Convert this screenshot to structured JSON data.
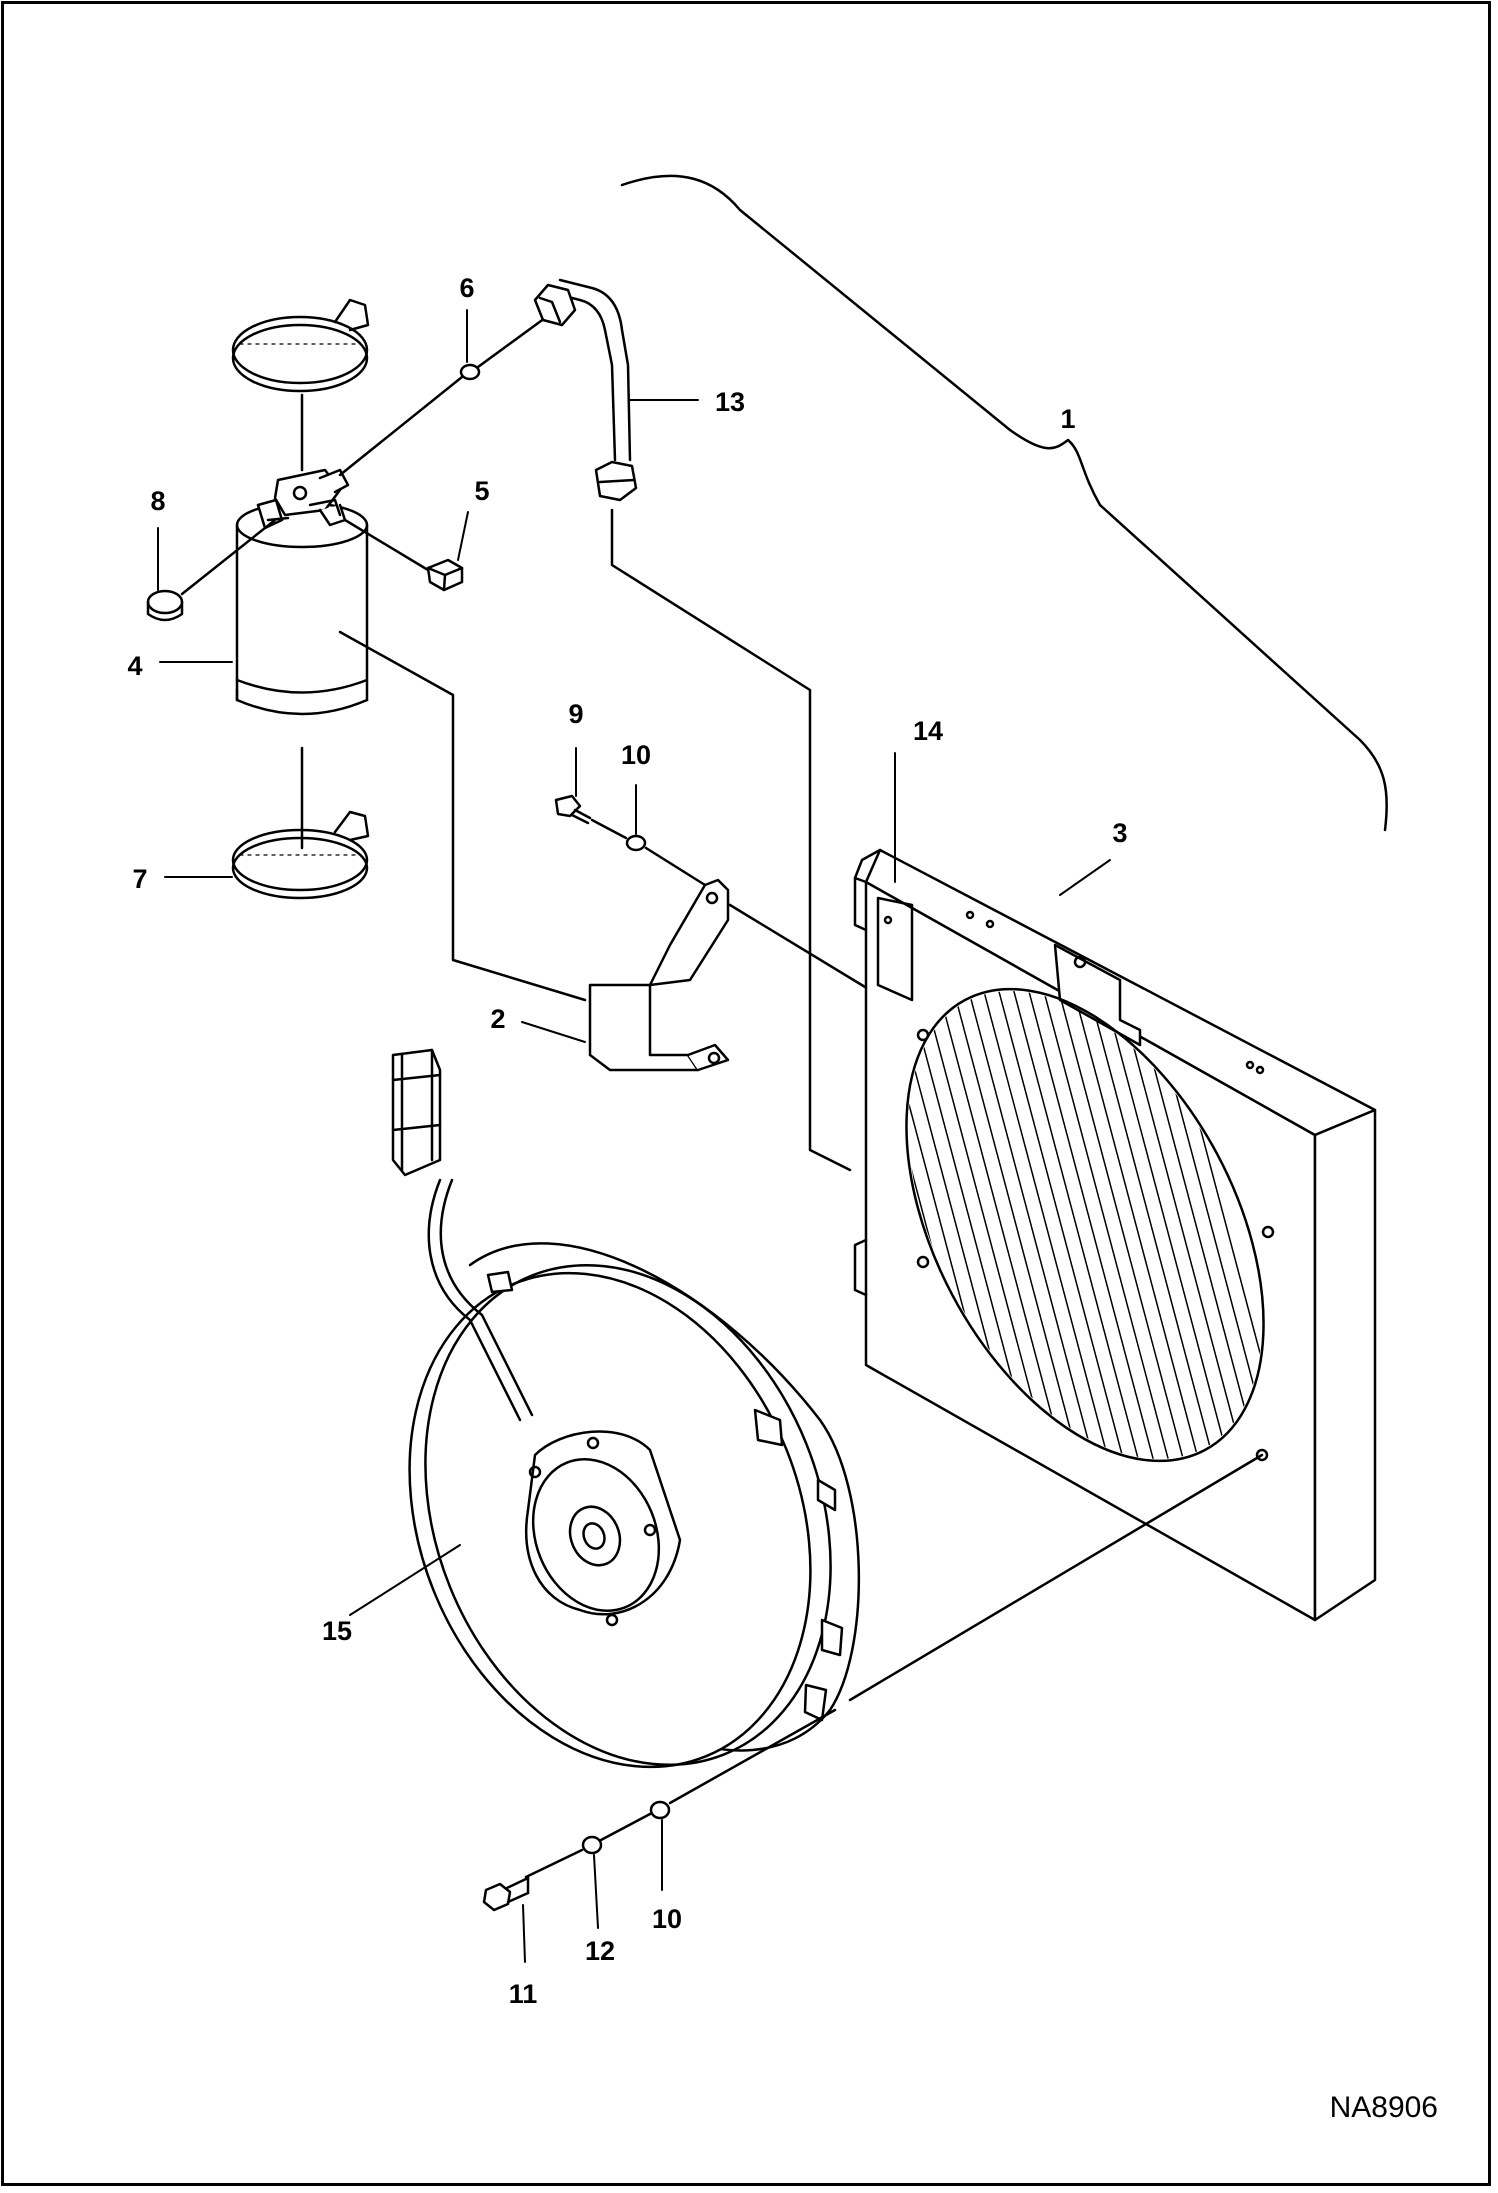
{
  "figure": {
    "id": "NA8906"
  },
  "callouts": [
    {
      "key": "c1",
      "label": "1"
    },
    {
      "key": "c2",
      "label": "2"
    },
    {
      "key": "c3",
      "label": "3"
    },
    {
      "key": "c4",
      "label": "4"
    },
    {
      "key": "c5",
      "label": "5"
    },
    {
      "key": "c6",
      "label": "6"
    },
    {
      "key": "c7",
      "label": "7"
    },
    {
      "key": "c8",
      "label": "8"
    },
    {
      "key": "c9",
      "label": "9"
    },
    {
      "key": "c10a",
      "label": "10"
    },
    {
      "key": "c10b",
      "label": "10"
    },
    {
      "key": "c11",
      "label": "11"
    },
    {
      "key": "c12",
      "label": "12"
    },
    {
      "key": "c13",
      "label": "13"
    },
    {
      "key": "c14",
      "label": "14"
    },
    {
      "key": "c15",
      "label": "15"
    }
  ]
}
